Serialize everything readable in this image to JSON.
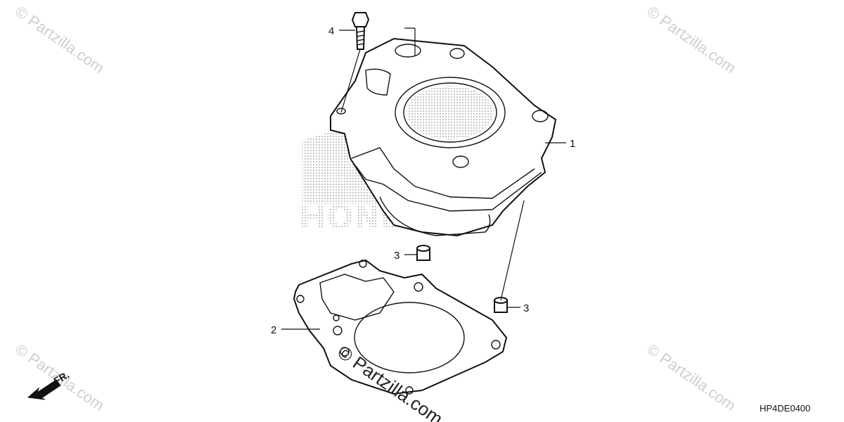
{
  "diagram": {
    "callouts": [
      {
        "id": "1",
        "label": "1"
      },
      {
        "id": "2",
        "label": "2"
      },
      {
        "id": "3a",
        "label": "3"
      },
      {
        "id": "3b",
        "label": "3"
      },
      {
        "id": "4",
        "label": "4"
      }
    ],
    "diagram_code": "HP4DE0400",
    "front_arrow_label": "FR.",
    "watermark": "© Partzilla.com",
    "watermark_center": "© Partzilla.com",
    "logo_text": "HONDA",
    "colors": {
      "line": "#111111",
      "watermark": "#cfcfcf",
      "background": "#ffffff"
    }
  }
}
